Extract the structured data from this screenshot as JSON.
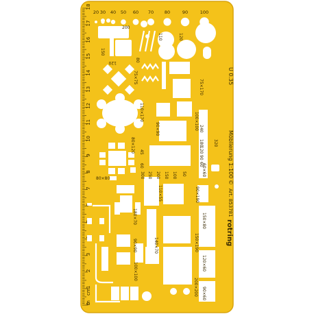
{
  "stencil": {
    "body_color": "#f4c21a",
    "edge_color": "#d9a40c",
    "cutout_color": "#ffffff",
    "text_color": "#3a2a00"
  },
  "ruler": {
    "numbers": [
      "0",
      "1",
      "2",
      "3",
      "4",
      "5",
      "6",
      "7",
      "8",
      "9",
      "10",
      "11",
      "12",
      "13",
      "14",
      "15",
      "16",
      "17",
      "18"
    ],
    "unit": "cm",
    "zero_unit": "m"
  },
  "circle_sizes": [
    "20",
    "30",
    "40",
    "50",
    "60",
    "70",
    "80",
    "90",
    "100"
  ],
  "labels": {
    "l200": "200",
    "l150": "150",
    "l120a": "120",
    "l80": "80",
    "l110": "110",
    "l120b": "120",
    "l75x75": "75×75",
    "l75x170": "75×170",
    "l110x170": "110×170",
    "l100x100": "100×100",
    "l90x90": "90×90",
    "l240": "240",
    "l180": "180",
    "l120c": "120",
    "l90": "90",
    "l60": "60",
    "l80x120": "80×120",
    "l45": "45",
    "l60b": "60",
    "l80x80": "80×80",
    "l300": "300",
    "l250": "250",
    "l200b": "200",
    "l150b": "150",
    "l100": "100",
    "l50": "50",
    "l110x55": "110×55",
    "l90x190": "90×190",
    "l60x60": "60×60",
    "l180x70": "180×70",
    "l150x80": "150×80",
    "l90x90b": "90×90",
    "l140x70": "140×70",
    "l150x190": "150×190",
    "l100x100b": "100×100",
    "l120x60": "120×60",
    "l200x200": "200×200",
    "l90x60": "90×60",
    "l320": "320"
  },
  "product": {
    "scale_label": "Möblierung 1:100",
    "model": "U 0.35",
    "article": "Art. 853781",
    "copyright": "©",
    "brand": "rotring"
  }
}
